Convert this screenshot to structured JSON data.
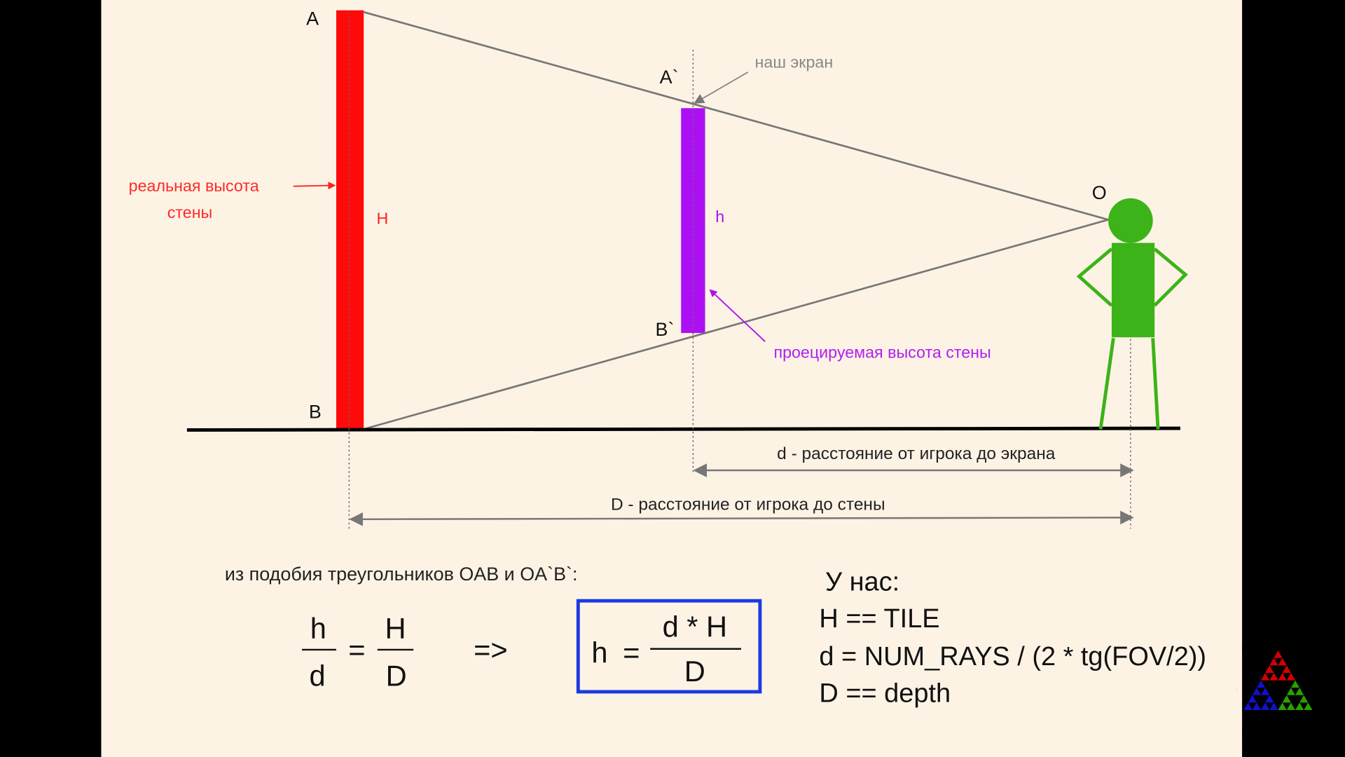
{
  "colors": {
    "background": "#fdf3e5",
    "wall": "#ff0a0a",
    "projection": "#ac10f2",
    "player": "#3cb318",
    "box": "#1a3ae0",
    "lines": "#777777"
  },
  "points": {
    "A": "A",
    "B": "B",
    "A_prime": "A`",
    "B_prime": "B`",
    "O": "O"
  },
  "labels": {
    "our_screen": "наш экран",
    "real_height_line1": "реальная высота",
    "real_height_line2": "стены",
    "H": "H",
    "h": "h",
    "projected_height": "проецируемая высота стены",
    "d_distance": "d - расстояние от игрока до экрана",
    "D_distance": "D - расстояние от игрока до стены"
  },
  "formula": {
    "intro": "из подобия треугольников OAB и OA`B`:",
    "left_num": "h",
    "left_den": "d",
    "equals": "=",
    "right_num": "H",
    "right_den": "D",
    "implies": "=>",
    "result_lhs": "h",
    "result_eq": "=",
    "result_num": "d * H",
    "result_den": "D"
  },
  "notes": {
    "title": "У нас:",
    "lines": [
      "H == TILE",
      "d = NUM_RAYS / (2 * tg(FOV/2))",
      "D == depth"
    ]
  },
  "logo": {
    "icon": "sierpinski-triangle-icon",
    "colors": [
      "#d40000",
      "#1010d0",
      "#2aa000"
    ]
  }
}
